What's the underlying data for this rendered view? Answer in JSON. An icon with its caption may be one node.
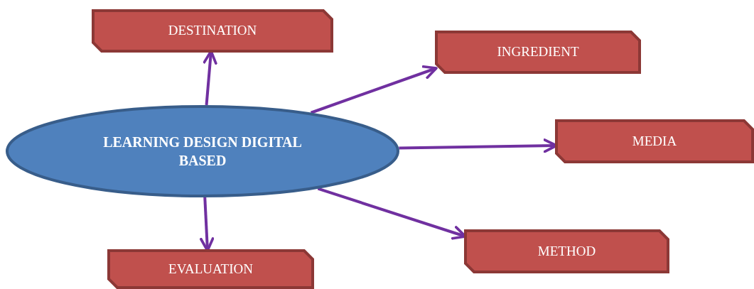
{
  "diagram": {
    "nodes": [
      {
        "text": [
          "LEARNING DESIGN DIGITAL BASED"
        ]
      },
      {
        "text": [
          "DESTINATION"
        ]
      },
      {
        "text": [
          "INGREDIENT"
        ]
      },
      {
        "text": [
          "MEDIA"
        ]
      },
      {
        "text": [
          "METHOD"
        ]
      },
      {
        "text": [
          "EVALUATION"
        ]
      }
    ],
    "edges": [
      {
        "from": 0,
        "to": 1,
        "arrow": "to"
      },
      {
        "from": 0,
        "to": 2,
        "arrow": "to"
      },
      {
        "from": 0,
        "to": 3,
        "arrow": "to"
      },
      {
        "from": 0,
        "to": 4,
        "arrow": "to"
      },
      {
        "from": 0,
        "to": 5,
        "arrow": "to"
      }
    ]
  }
}
